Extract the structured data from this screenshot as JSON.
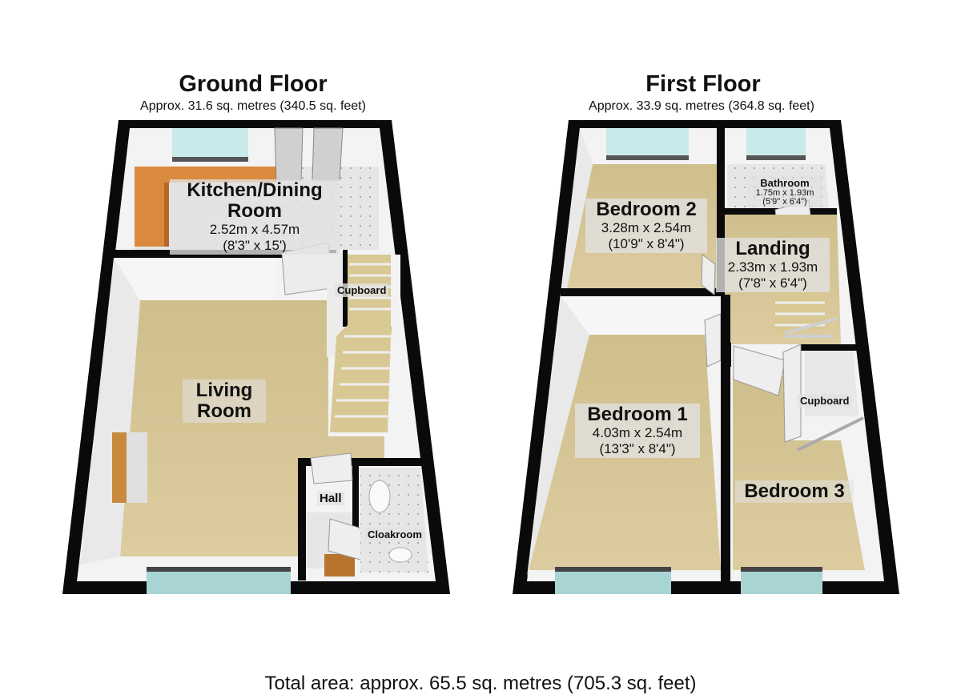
{
  "ground_floor": {
    "title": "Ground Floor",
    "area": "Approx. 31.6 sq. metres (340.5 sq. feet)",
    "rooms": {
      "kitchen": {
        "name_line1": "Kitchen/Dining",
        "name_line2": "Room",
        "metric": "2.52m x 4.57m",
        "imperial": "(8'3\" x 15')"
      },
      "living": {
        "name_line1": "Living",
        "name_line2": "Room"
      },
      "cupboard": {
        "name": "Cupboard"
      },
      "hall": {
        "name": "Hall"
      },
      "cloakroom": {
        "name": "Cloakroom"
      }
    }
  },
  "first_floor": {
    "title": "First Floor",
    "area": "Approx. 33.9 sq. metres (364.8 sq. feet)",
    "rooms": {
      "bedroom2": {
        "name": "Bedroom 2",
        "metric": "3.28m x 2.54m",
        "imperial": "(10'9\" x 8'4\")"
      },
      "bathroom": {
        "name": "Bathroom",
        "metric": "1.75m x 1.93m",
        "imperial": "(5'9\" x 6'4\")"
      },
      "landing": {
        "name": "Landing",
        "metric": "2.33m x 1.93m",
        "imperial": "(7'8\" x 6'4\")"
      },
      "bedroom1": {
        "name": "Bedroom 1",
        "metric": "4.03m x 2.54m",
        "imperial": "(13'3\" x 8'4\")"
      },
      "cupboard": {
        "name": "Cupboard"
      },
      "bedroom3": {
        "name": "Bedroom 3"
      }
    }
  },
  "total_area": "Total area: approx. 65.5 sq. metres (705.3 sq. feet)",
  "colors": {
    "wall": "#0a0a0a",
    "carpet": "#d8c898",
    "inner_wall": "#f4f4f4",
    "wood": "#d98a3c",
    "tile": "#e4e4e4",
    "window": "#bfe6e6"
  }
}
